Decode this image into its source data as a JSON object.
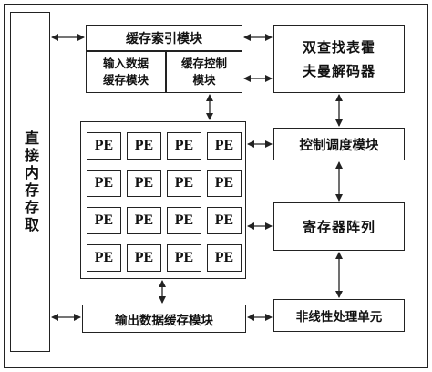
{
  "diagram": {
    "dma_label": "直接内存存取",
    "cache_index_label": "缓存索引模块",
    "input_cache_label": "输入数据\n缓存模块",
    "control_cache_label": "缓存控制\n模块",
    "huffman_decoder_label": "双查找表霍\n夫曼解码器",
    "scheduler_label": "控制调度模块",
    "register_array_label": "寄存器阵列",
    "nonlinear_label": "非线性处理单元",
    "output_cache_label": "输出数据缓存模块",
    "pe_label": "PE"
  }
}
